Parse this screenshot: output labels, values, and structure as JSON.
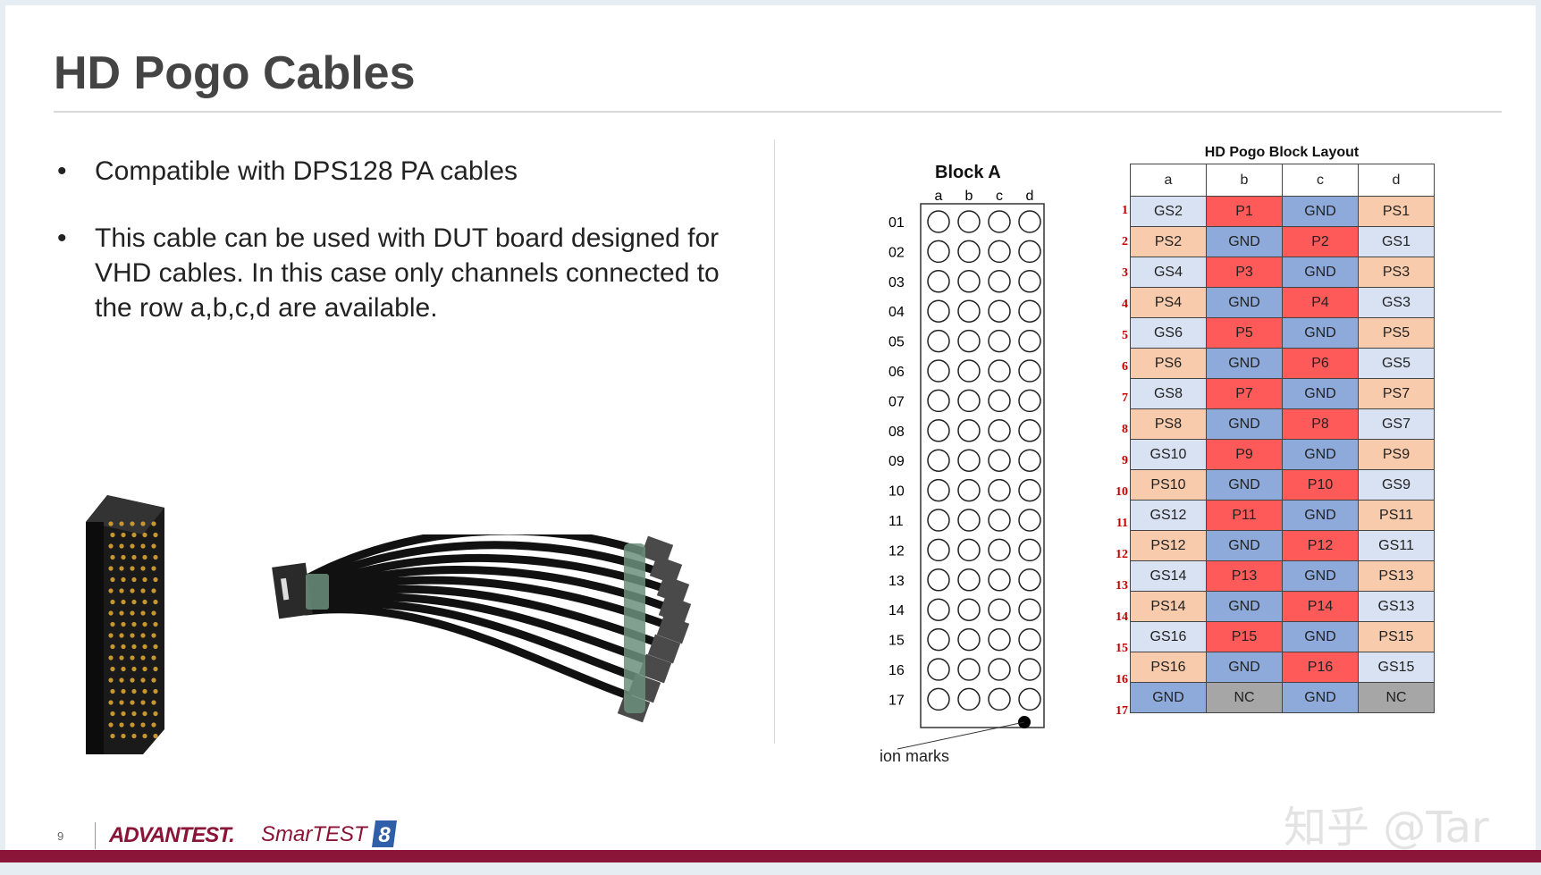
{
  "slide": {
    "title": "HD Pogo Cables",
    "bullets": [
      "Compatible with DPS128 PA cables",
      "This cable can be used with DUT board designed for VHD cables. In this case only channels connected to the row a,b,c,d are available."
    ],
    "page_number": "9",
    "brand": "ADVANTEST.",
    "product": "SmarTEST",
    "product_badge": "8",
    "watermark": "知乎 @Tar"
  },
  "block_a": {
    "title": "Block A",
    "columns": [
      "a",
      "b",
      "c",
      "d"
    ],
    "rows": [
      "01",
      "02",
      "03",
      "04",
      "05",
      "06",
      "07",
      "08",
      "09",
      "10",
      "11",
      "12",
      "13",
      "14",
      "15",
      "16",
      "17"
    ],
    "orientation_label": "ion marks"
  },
  "pin_table": {
    "title": "HD Pogo Block Layout",
    "columns": [
      "a",
      "b",
      "c",
      "d"
    ],
    "row_numbers": [
      "1",
      "2",
      "3",
      "4",
      "5",
      "6",
      "7",
      "8",
      "9",
      "10",
      "11",
      "12",
      "13",
      "14",
      "15",
      "16",
      "17"
    ],
    "rows": [
      [
        "GS2",
        "P1",
        "GND",
        "PS1"
      ],
      [
        "PS2",
        "GND",
        "P2",
        "GS1"
      ],
      [
        "GS4",
        "P3",
        "GND",
        "PS3"
      ],
      [
        "PS4",
        "GND",
        "P4",
        "GS3"
      ],
      [
        "GS6",
        "P5",
        "GND",
        "PS5"
      ],
      [
        "PS6",
        "GND",
        "P6",
        "GS5"
      ],
      [
        "GS8",
        "P7",
        "GND",
        "PS7"
      ],
      [
        "PS8",
        "GND",
        "P8",
        "GS7"
      ],
      [
        "GS10",
        "P9",
        "GND",
        "PS9"
      ],
      [
        "PS10",
        "GND",
        "P10",
        "GS9"
      ],
      [
        "GS12",
        "P11",
        "GND",
        "PS11"
      ],
      [
        "PS12",
        "GND",
        "P12",
        "GS11"
      ],
      [
        "GS14",
        "P13",
        "GND",
        "PS13"
      ],
      [
        "PS14",
        "GND",
        "P14",
        "GS13"
      ],
      [
        "GS16",
        "P15",
        "GND",
        "PS15"
      ],
      [
        "PS16",
        "GND",
        "P16",
        "GS15"
      ],
      [
        "GND",
        "NC",
        "GND",
        "NC"
      ]
    ],
    "colors": {
      "GS": "#d9e2f3",
      "PS": "#f8cbad",
      "P": "#ff5a5a",
      "GND": "#8eaadb",
      "NC": "#a6a6a6"
    }
  }
}
